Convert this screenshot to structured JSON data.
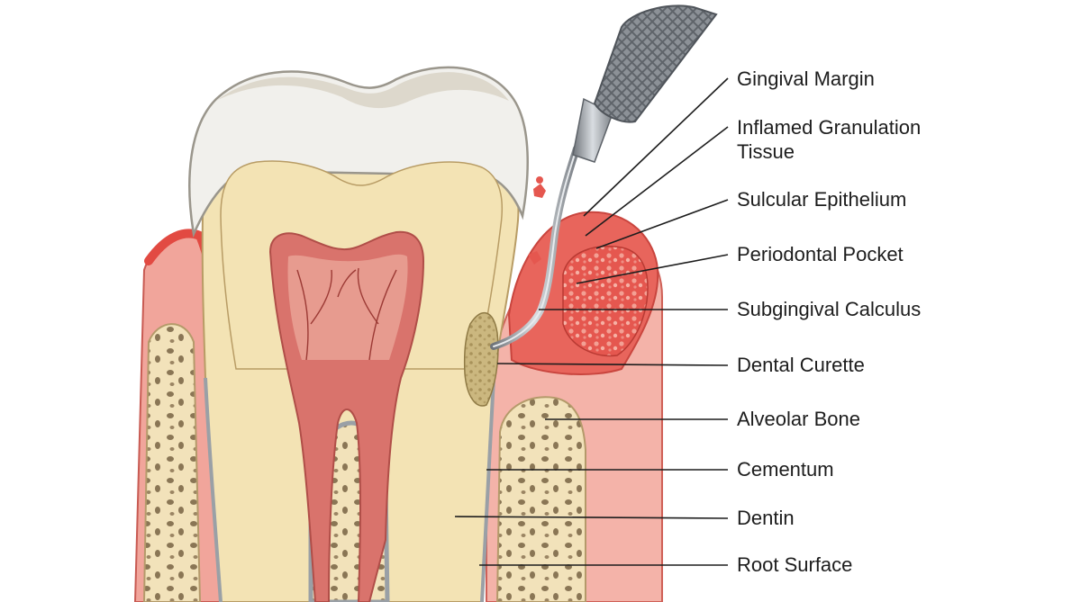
{
  "colors": {
    "enamel": "#f1f0ec",
    "dentin": "#f3e3b4",
    "pulp": "#d9736c",
    "gingiva": "#ea7a72",
    "bone": "#f2e2ba",
    "calculus": "#cbb77f",
    "instrument": "#9a9fa5",
    "leader": "#1d1d1d"
  },
  "labels": [
    {
      "id": "gingival-margin",
      "text": "Gingival Margin"
    },
    {
      "id": "inflamed-granulation-tissue",
      "text": "Inflamed Granulation\nTissue"
    },
    {
      "id": "sulcular-epithelium",
      "text": "Sulcular Epithelium"
    },
    {
      "id": "periodontal-pocket",
      "text": "Periodontal Pocket"
    },
    {
      "id": "subgingival-calculus",
      "text": "Subgingival Calculus"
    },
    {
      "id": "dental-curette",
      "text": "Dental Curette"
    },
    {
      "id": "alveolar-bone",
      "text": "Alveolar Bone"
    },
    {
      "id": "cementum",
      "text": "Cementum"
    },
    {
      "id": "dentin",
      "text": "Dentin"
    },
    {
      "id": "root-surface",
      "text": "Root Surface"
    }
  ]
}
